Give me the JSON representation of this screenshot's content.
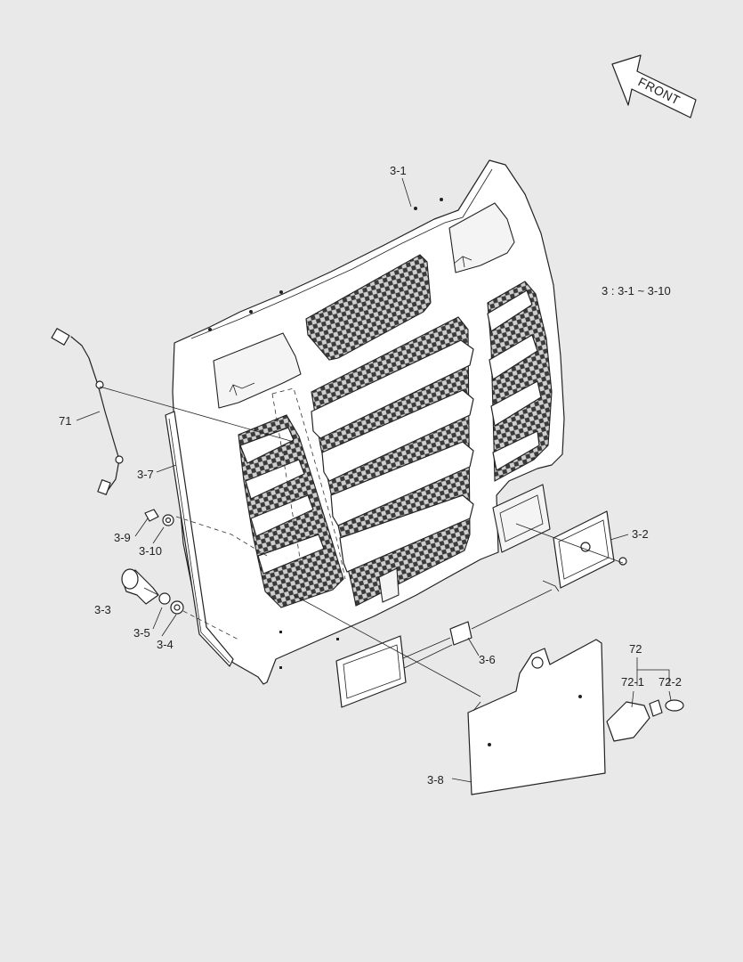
{
  "orientation": {
    "arrow_label": "FRONT",
    "icon": "front-arrow-icon"
  },
  "note": "3 : 3-1 ~ 3-10",
  "callouts": {
    "c3_1": "3-1",
    "c3_2": "3-2",
    "c3_3": "3-3",
    "c3_4": "3-4",
    "c3_5": "3-5",
    "c3_6": "3-6",
    "c3_7": "3-7",
    "c3_8": "3-8",
    "c3_9": "3-9",
    "c3_10": "3-10",
    "c71": "71",
    "c72": "72",
    "c72_1": "72-1",
    "c72_2": "72-2"
  },
  "colors": {
    "background": "#e9e9e9",
    "line": "#222222",
    "part_fill": "#ffffff"
  }
}
